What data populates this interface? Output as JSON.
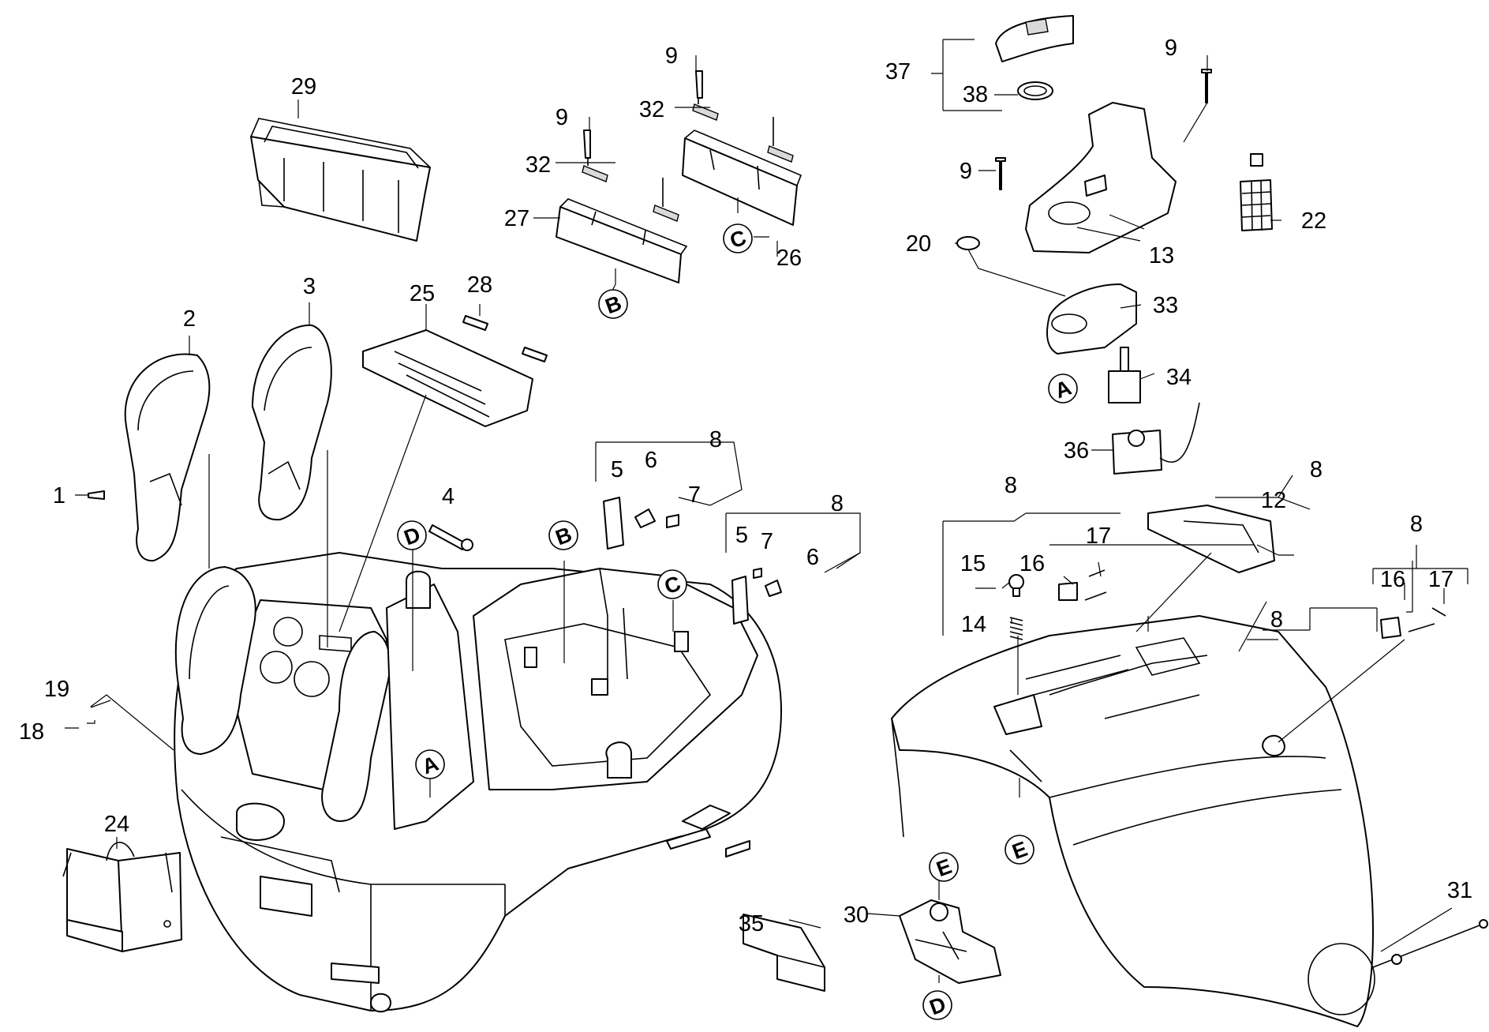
{
  "diagram": {
    "labels": [
      "1",
      "2",
      "3",
      "4",
      "5",
      "5",
      "6",
      "6",
      "7",
      "7",
      "8",
      "8",
      "8",
      "8",
      "8",
      "8",
      "9",
      "9",
      "9",
      "9",
      "12",
      "13",
      "14",
      "15",
      "16",
      "16",
      "17",
      "17",
      "18",
      "19",
      "20",
      "22",
      "24",
      "25",
      "26",
      "27",
      "28",
      "29",
      "30",
      "31",
      "32",
      "32",
      "33",
      "34",
      "35",
      "36",
      "37",
      "38"
    ],
    "refs": [
      "A",
      "A",
      "B",
      "B",
      "C",
      "C",
      "D",
      "D",
      "E",
      "E"
    ]
  }
}
